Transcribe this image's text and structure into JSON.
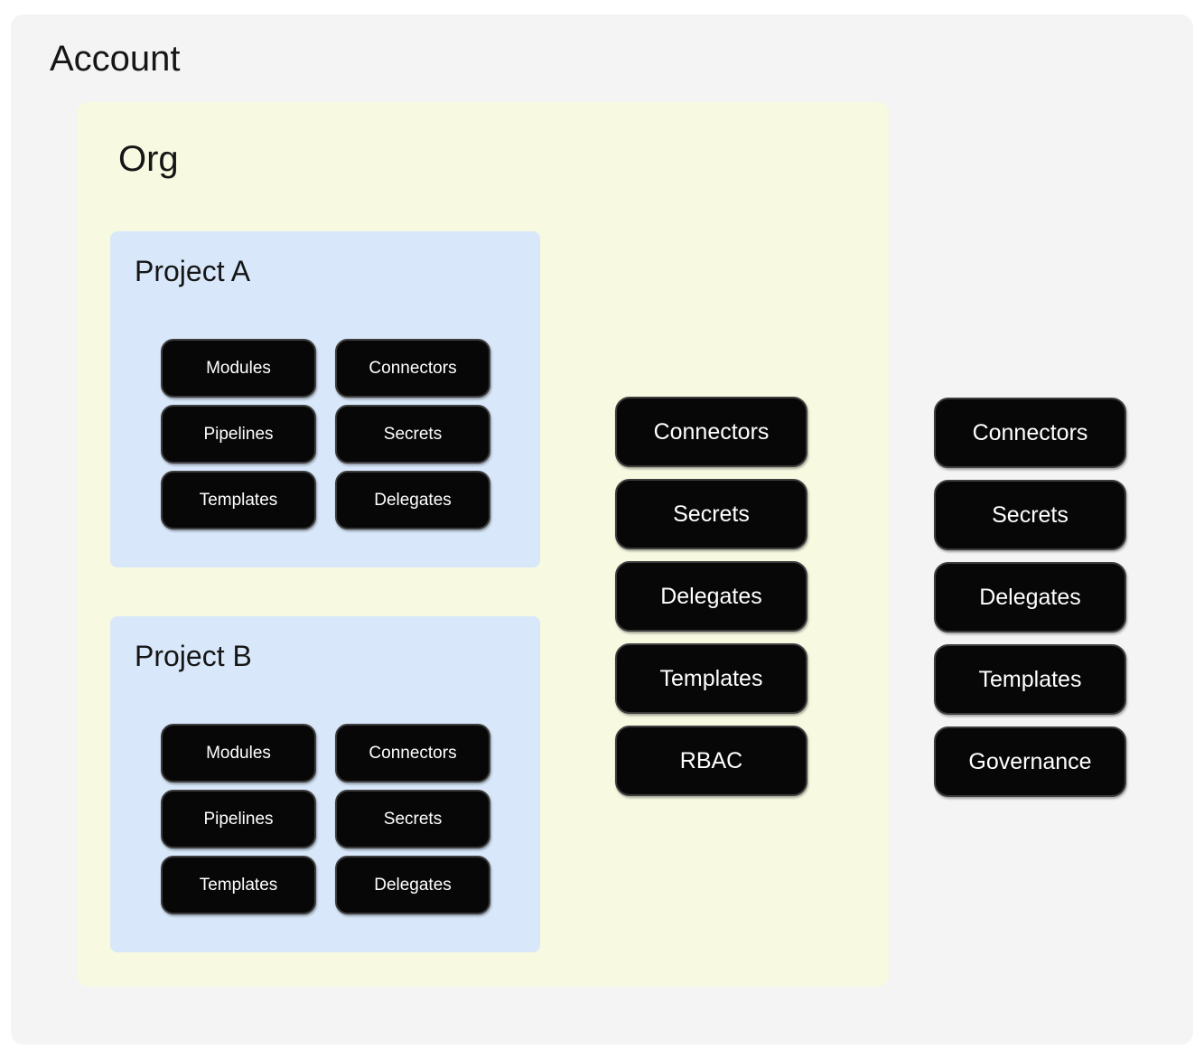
{
  "account": {
    "title": "Account",
    "buttons": [
      "Connectors",
      "Secrets",
      "Delegates",
      "Templates",
      "Governance"
    ],
    "org": {
      "title": "Org",
      "buttons": [
        "Connectors",
        "Secrets",
        "Delegates",
        "Templates",
        "RBAC"
      ],
      "projects": [
        {
          "title": "Project A",
          "buttons": [
            "Modules",
            "Connectors",
            "Pipelines",
            "Secrets",
            "Templates",
            "Delegates"
          ]
        },
        {
          "title": "Project B",
          "buttons": [
            "Modules",
            "Connectors",
            "Pipelines",
            "Secrets",
            "Templates",
            "Delegates"
          ]
        }
      ]
    }
  },
  "colors": {
    "page_bg": "#ffffff",
    "account_bg": "#f4f4f4",
    "org_bg": "#f7f9e0",
    "project_bg": "#d8e8fa",
    "button_bg": "#070707",
    "button_border": "#3d3d3d",
    "button_text": "#ffffff",
    "title_text": "#161616"
  }
}
